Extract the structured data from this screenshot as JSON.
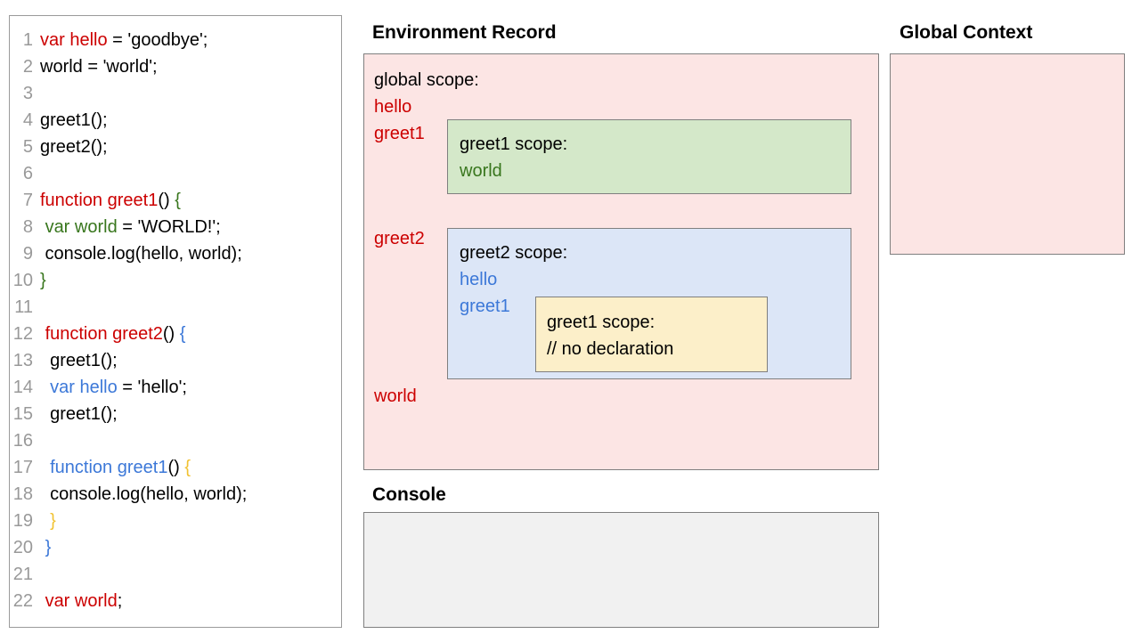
{
  "code_panel": {
    "lines": [
      {
        "num": "1",
        "tokens": [
          {
            "t": "var hello",
            "c": "red"
          },
          {
            "t": " = 'goodbye';",
            "c": "black"
          }
        ]
      },
      {
        "num": "2",
        "tokens": [
          {
            "t": "world = 'world';",
            "c": "black"
          }
        ]
      },
      {
        "num": "3",
        "tokens": [
          {
            "t": "",
            "c": "black"
          }
        ]
      },
      {
        "num": "4",
        "tokens": [
          {
            "t": "greet1();",
            "c": "black"
          }
        ]
      },
      {
        "num": "5",
        "tokens": [
          {
            "t": "greet2();",
            "c": "black"
          }
        ]
      },
      {
        "num": "6",
        "tokens": [
          {
            "t": "",
            "c": "black"
          }
        ]
      },
      {
        "num": "7",
        "tokens": [
          {
            "t": "function greet1",
            "c": "red"
          },
          {
            "t": "() ",
            "c": "black"
          },
          {
            "t": "{",
            "c": "green"
          }
        ]
      },
      {
        "num": "8",
        "tokens": [
          {
            "t": " ",
            "c": "black"
          },
          {
            "t": "var world",
            "c": "green"
          },
          {
            "t": " = 'WORLD!';",
            "c": "black"
          }
        ]
      },
      {
        "num": "9",
        "tokens": [
          {
            "t": " console.log(hello, world);",
            "c": "black"
          }
        ]
      },
      {
        "num": "10",
        "tokens": [
          {
            "t": "}",
            "c": "green"
          }
        ]
      },
      {
        "num": "11",
        "tokens": [
          {
            "t": "",
            "c": "black"
          }
        ]
      },
      {
        "num": "12",
        "tokens": [
          {
            "t": " ",
            "c": "black"
          },
          {
            "t": "function greet2",
            "c": "red"
          },
          {
            "t": "() ",
            "c": "black"
          },
          {
            "t": "{",
            "c": "blue"
          }
        ]
      },
      {
        "num": "13",
        "tokens": [
          {
            "t": "  greet1();",
            "c": "black"
          }
        ]
      },
      {
        "num": "14",
        "tokens": [
          {
            "t": "  ",
            "c": "black"
          },
          {
            "t": "var hello",
            "c": "blue"
          },
          {
            "t": " = 'hello';",
            "c": "black"
          }
        ]
      },
      {
        "num": "15",
        "tokens": [
          {
            "t": "  greet1();",
            "c": "black"
          }
        ]
      },
      {
        "num": "16",
        "tokens": [
          {
            "t": "",
            "c": "black"
          }
        ]
      },
      {
        "num": "17",
        "tokens": [
          {
            "t": "  ",
            "c": "black"
          },
          {
            "t": "function greet1",
            "c": "blue"
          },
          {
            "t": "() ",
            "c": "black"
          },
          {
            "t": "{",
            "c": "orange"
          }
        ]
      },
      {
        "num": "18",
        "tokens": [
          {
            "t": "  console.log(hello, world);",
            "c": "black"
          }
        ]
      },
      {
        "num": "19",
        "tokens": [
          {
            "t": "  ",
            "c": "black"
          },
          {
            "t": "}",
            "c": "orange"
          }
        ]
      },
      {
        "num": "20",
        "tokens": [
          {
            "t": " ",
            "c": "black"
          },
          {
            "t": "}",
            "c": "blue"
          }
        ]
      },
      {
        "num": "21",
        "tokens": [
          {
            "t": "",
            "c": "black"
          }
        ]
      },
      {
        "num": "22",
        "tokens": [
          {
            "t": " ",
            "c": "black"
          },
          {
            "t": "var world",
            "c": "red"
          },
          {
            "t": ";",
            "c": "black"
          }
        ]
      }
    ]
  },
  "environment_record": {
    "title": "Environment Record",
    "global_scope": {
      "label": "global scope:",
      "vars": [
        "hello",
        "greet1",
        "greet2",
        "world"
      ]
    },
    "greet1_scope": {
      "label": "greet1 scope:",
      "vars": [
        "world"
      ]
    },
    "greet2_scope": {
      "label": "greet2 scope:",
      "vars": [
        "hello",
        "greet1"
      ]
    },
    "greet1_inner_scope": {
      "label": "greet1 scope:",
      "note": "// no declaration"
    }
  },
  "global_context": {
    "title": "Global Context",
    "content": ""
  },
  "console": {
    "title": "Console",
    "content": ""
  },
  "colors": {
    "red": "#cc0000",
    "green": "#38761d",
    "blue": "#3c78d8",
    "orange": "#f1c232",
    "pink_fill": "#fce5e4",
    "green_fill": "#d4e8c9",
    "blue_fill": "#dce6f7",
    "yellow_fill": "#fcefc9",
    "console_fill": "#f1f1f1",
    "border": "#7f7f7f",
    "line_number": "#999999"
  }
}
